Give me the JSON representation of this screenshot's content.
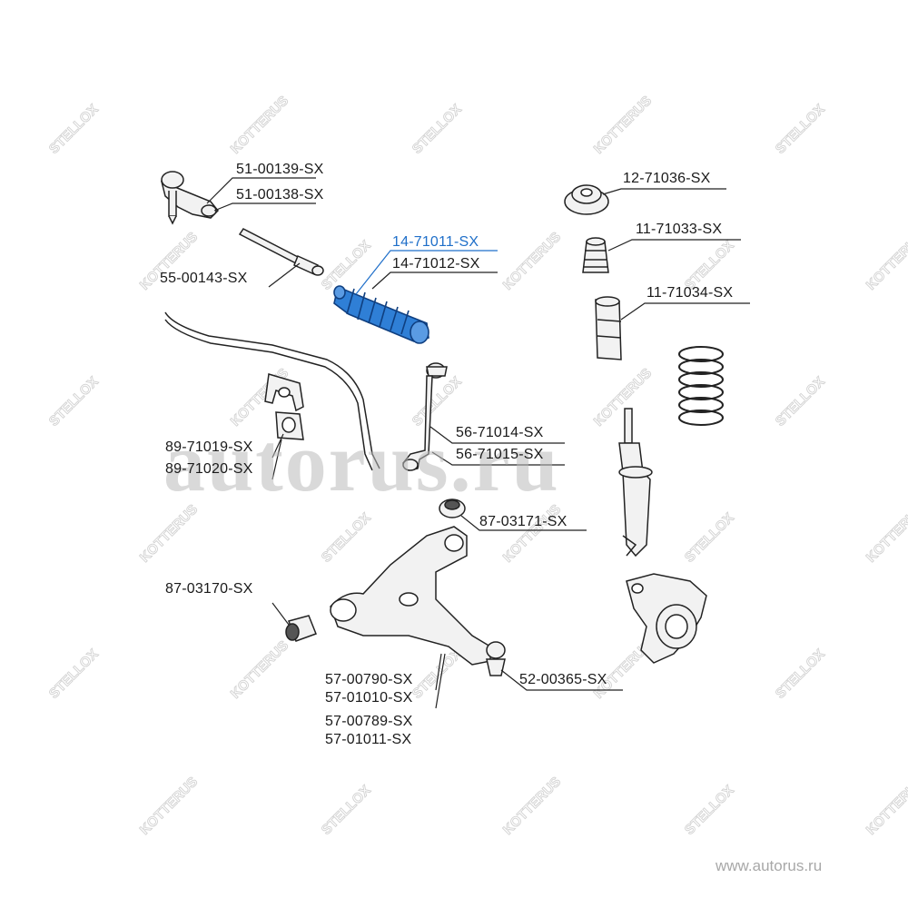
{
  "watermark": {
    "brand": "STELLOX",
    "brand2": "KOTTERUS",
    "site_big": "autorus.ru",
    "site_url": "www.autorus.ru"
  },
  "colors": {
    "highlight": "#1f6fc9",
    "line": "#222222",
    "part_fill": "#f2f2f2",
    "highlight_fill": "#2f7fd6"
  },
  "parts": {
    "tie_rod_end_a": "51-00139-SX",
    "tie_rod_end_b": "51-00138-SX",
    "axial_rod": "55-00143-SX",
    "steering_boot_highlight": "14-71011-SX",
    "steering_boot_b": "14-71012-SX",
    "strut_mount": "12-71036-SX",
    "bump_stop": "11-71033-SX",
    "dust_boot": "11-71034-SX",
    "stabilizer_link_a": "56-71014-SX",
    "stabilizer_link_b": "56-71015-SX",
    "stabilizer_bushing_a": "89-71019-SX",
    "stabilizer_bushing_b": "89-71020-SX",
    "arm_bushing_rear": "87-03171-SX",
    "arm_bushing_front": "87-03170-SX",
    "control_arm_a": "57-00790-SX",
    "control_arm_b": "57-01010-SX",
    "control_arm_c": "57-00789-SX",
    "control_arm_d": "57-01011-SX",
    "ball_joint": "52-00365-SX"
  }
}
